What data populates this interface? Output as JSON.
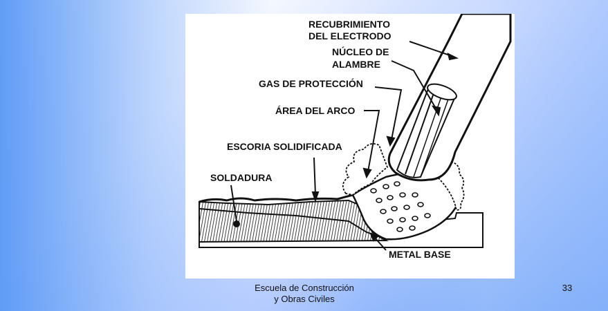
{
  "diagram": {
    "labels": {
      "electrode_coating": [
        "RECUBRIMIENTO",
        "DEL ELECTRODO"
      ],
      "wire_core": [
        "NÚCLEO DE",
        "ALAMBRE"
      ],
      "shielding_gas": "GAS DE PROTECCIÓN",
      "arc_area": "ÁREA DEL ARCO",
      "solidified_slag": "ESCORIA SOLIDIFICADA",
      "weld": "SOLDADURA",
      "base_metal": "METAL BASE"
    }
  },
  "footer": {
    "institution_line1": "Escuela de Construcción",
    "institution_line2": "y Obras Civiles",
    "page_number": "33"
  }
}
